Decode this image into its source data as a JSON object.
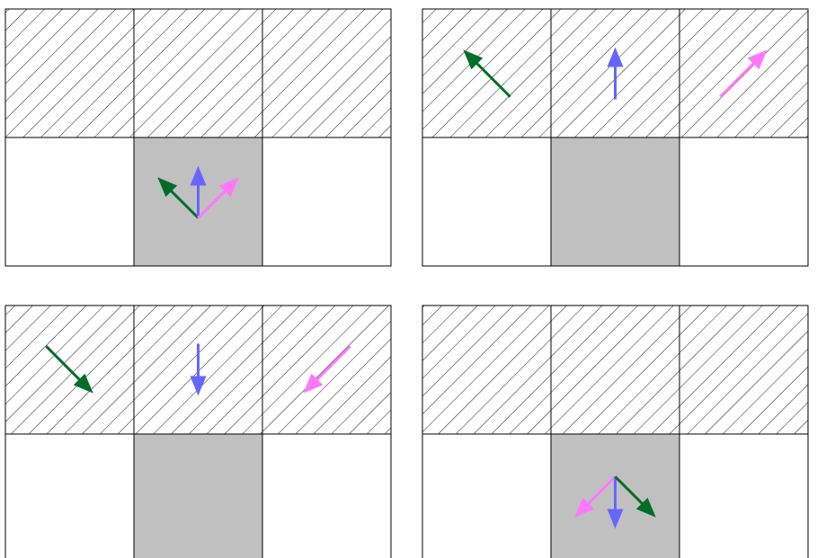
{
  "colors": {
    "background": "#ffffff",
    "grid_line": "#000000",
    "hatch": "#000000",
    "shaded_cell": "#c0c0c0",
    "arrow_green": "#006e26",
    "arrow_blue": "#6666ff",
    "arrow_pink": "#ff77ff"
  },
  "panels": [
    {
      "name": "top-left",
      "cells": {
        "top": [
          "hatched",
          "hatched",
          "hatched"
        ],
        "bottom": [
          "empty",
          "shaded",
          "empty"
        ]
      },
      "arrows": [
        {
          "color": "arrow_green",
          "direction": "up-left",
          "cell": "bottom-center"
        },
        {
          "color": "arrow_blue",
          "direction": "up",
          "cell": "bottom-center"
        },
        {
          "color": "arrow_pink",
          "direction": "up-right",
          "cell": "bottom-center"
        }
      ]
    },
    {
      "name": "top-right",
      "cells": {
        "top": [
          "hatched",
          "hatched",
          "hatched"
        ],
        "bottom": [
          "empty",
          "shaded",
          "empty"
        ]
      },
      "arrows": [
        {
          "color": "arrow_green",
          "direction": "up-left",
          "cell": "top-left"
        },
        {
          "color": "arrow_blue",
          "direction": "up",
          "cell": "top-center"
        },
        {
          "color": "arrow_pink",
          "direction": "up-right",
          "cell": "top-right"
        }
      ]
    },
    {
      "name": "bottom-left",
      "cells": {
        "top": [
          "hatched",
          "hatched",
          "hatched"
        ],
        "bottom": [
          "empty",
          "shaded",
          "empty"
        ]
      },
      "arrows": [
        {
          "color": "arrow_green",
          "direction": "down-right",
          "cell": "top-left"
        },
        {
          "color": "arrow_blue",
          "direction": "down",
          "cell": "top-center"
        },
        {
          "color": "arrow_pink",
          "direction": "down-left",
          "cell": "top-right"
        }
      ]
    },
    {
      "name": "bottom-right",
      "cells": {
        "top": [
          "hatched",
          "hatched",
          "hatched"
        ],
        "bottom": [
          "empty",
          "shaded",
          "empty"
        ]
      },
      "arrows": [
        {
          "color": "arrow_pink",
          "direction": "down-left",
          "cell": "bottom-center"
        },
        {
          "color": "arrow_blue",
          "direction": "down",
          "cell": "bottom-center"
        },
        {
          "color": "arrow_green",
          "direction": "down-right",
          "cell": "bottom-center"
        }
      ]
    }
  ]
}
